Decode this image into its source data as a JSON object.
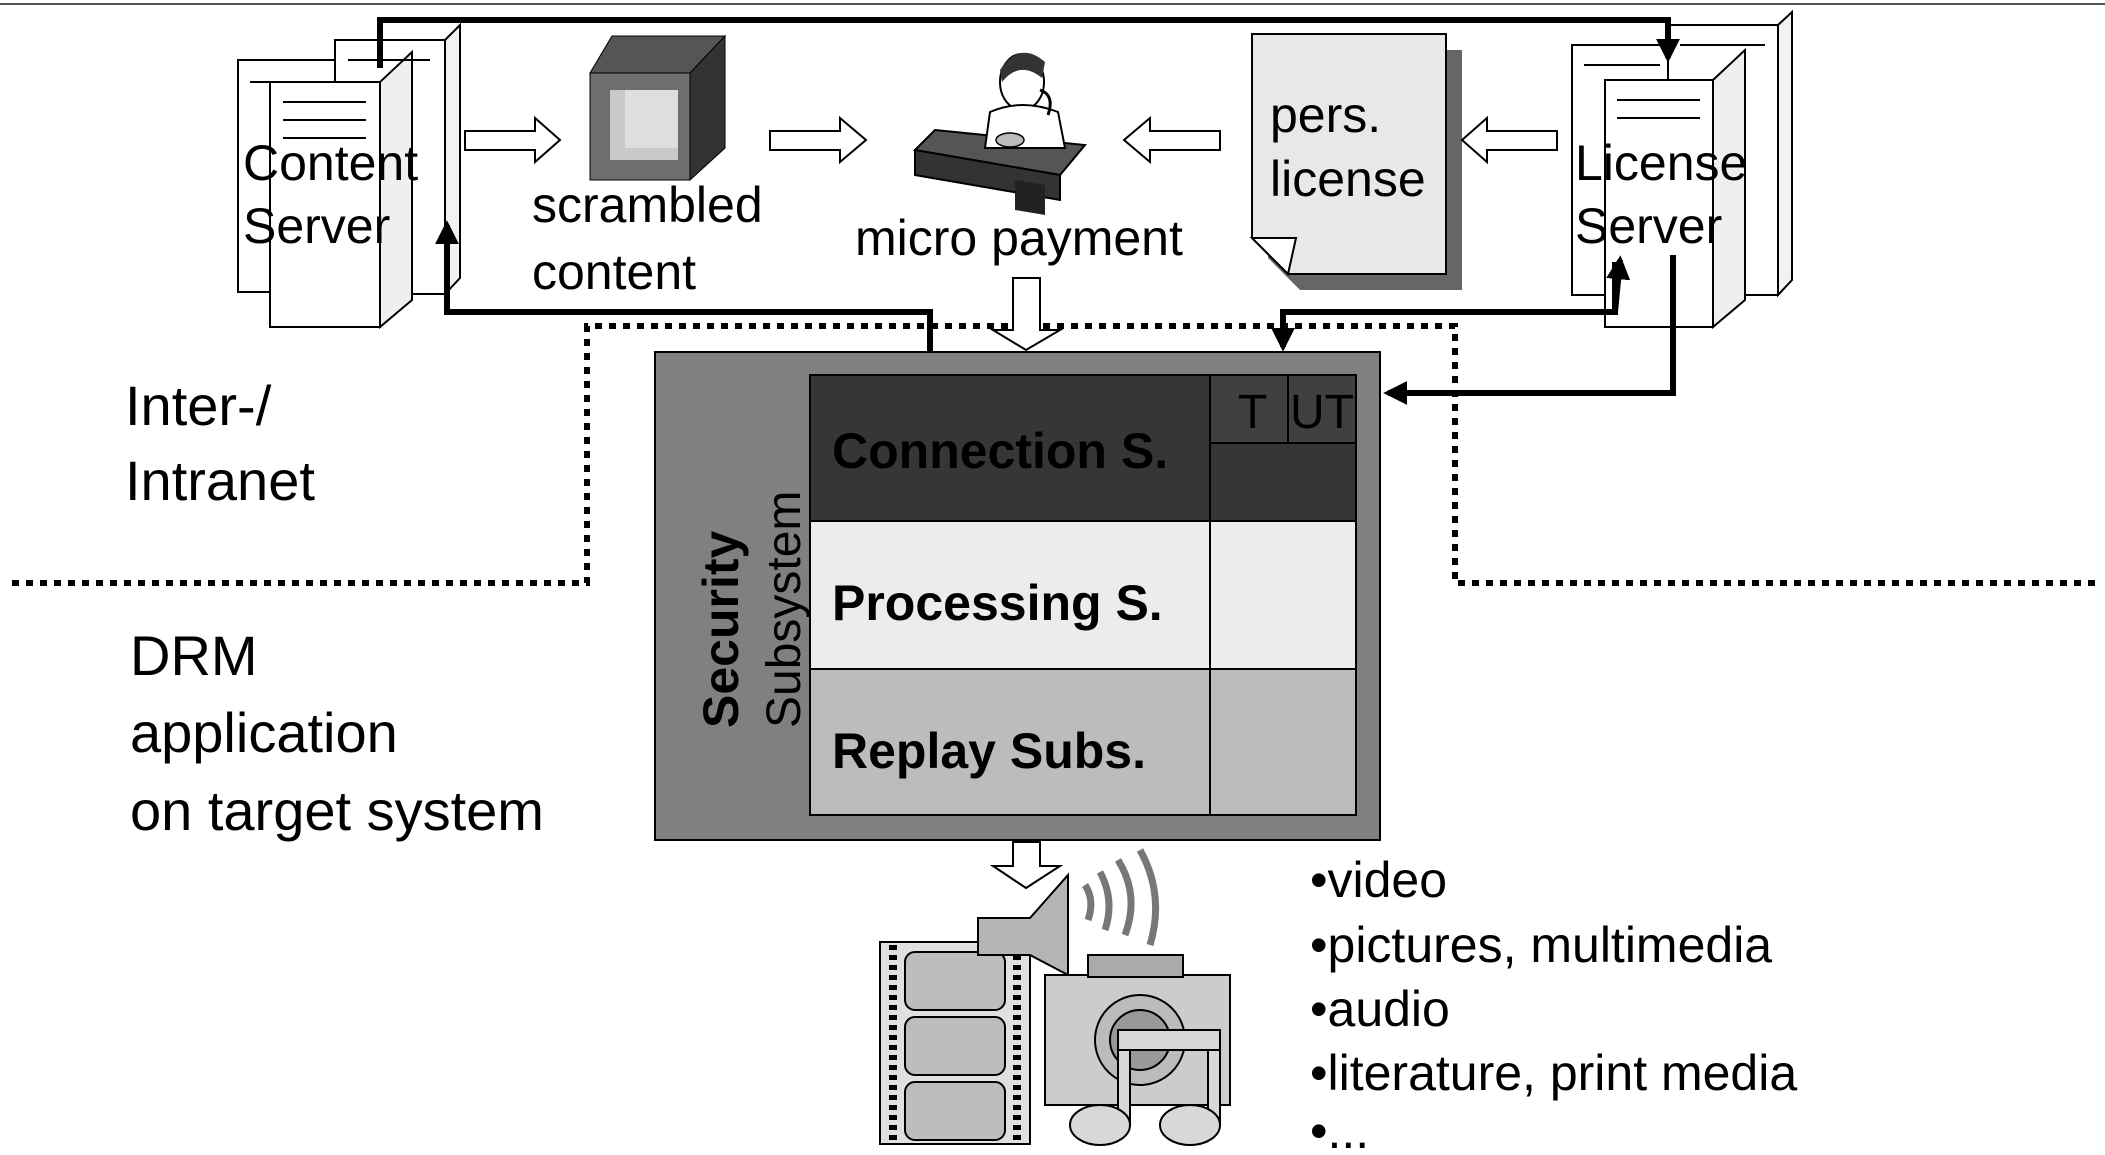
{
  "top_row": {
    "content_server": {
      "line1": "Content",
      "line2": "Server"
    },
    "scrambled_content": {
      "line1": "scrambled",
      "line2": "content"
    },
    "micro_payment": "micro payment",
    "pers_license": {
      "line1": "pers.",
      "line2": "license"
    },
    "license_server": {
      "line1": "License",
      "line2": "Server"
    }
  },
  "zones": {
    "inter_intranet": {
      "line1": "Inter-/",
      "line2": "Intranet"
    },
    "drm_application": {
      "line1": "DRM",
      "line2": "application",
      "line3": "on target system"
    }
  },
  "security_box": {
    "title": "Security",
    "subtitle": "Subsystem",
    "rows": [
      {
        "label": "Connection S.",
        "fill": "#363636"
      },
      {
        "label": "Processing S.",
        "fill": "#ececec"
      },
      {
        "label": "Replay Subs.",
        "fill": "#bcbcbc"
      }
    ],
    "tags": [
      "T",
      "UT"
    ]
  },
  "media_list": [
    "•video",
    "•pictures, multimedia",
    "•audio",
    "•literature, print media",
    "•..."
  ]
}
